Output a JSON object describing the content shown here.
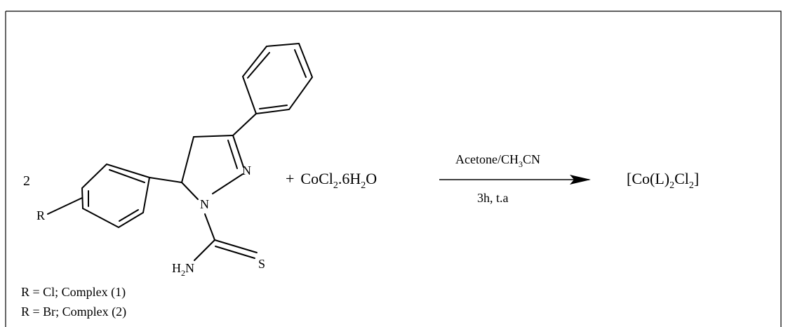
{
  "stoich": "2",
  "atoms": {
    "N_ring": "N",
    "N_sub": "N",
    "S": "S",
    "R": "R",
    "amine_H": "H",
    "amine_sub": "2",
    "amine_N": "N"
  },
  "reagent": {
    "plus": "+",
    "base": "CoCl",
    "sub1": "2",
    "mid": ".6H",
    "sub2": "2",
    "tail": "O"
  },
  "conditions": {
    "top_base": "Acetone/CH",
    "top_sub": "3",
    "top_tail": "CN",
    "bottom": "3h, t.a"
  },
  "product": {
    "p1": "[Co(L)",
    "sub1": "2",
    "p2": "Cl",
    "sub2": "2",
    "p3": "]"
  },
  "legend": [
    "R = Cl; Complex (1)",
    "R = Br; Complex (2)"
  ]
}
